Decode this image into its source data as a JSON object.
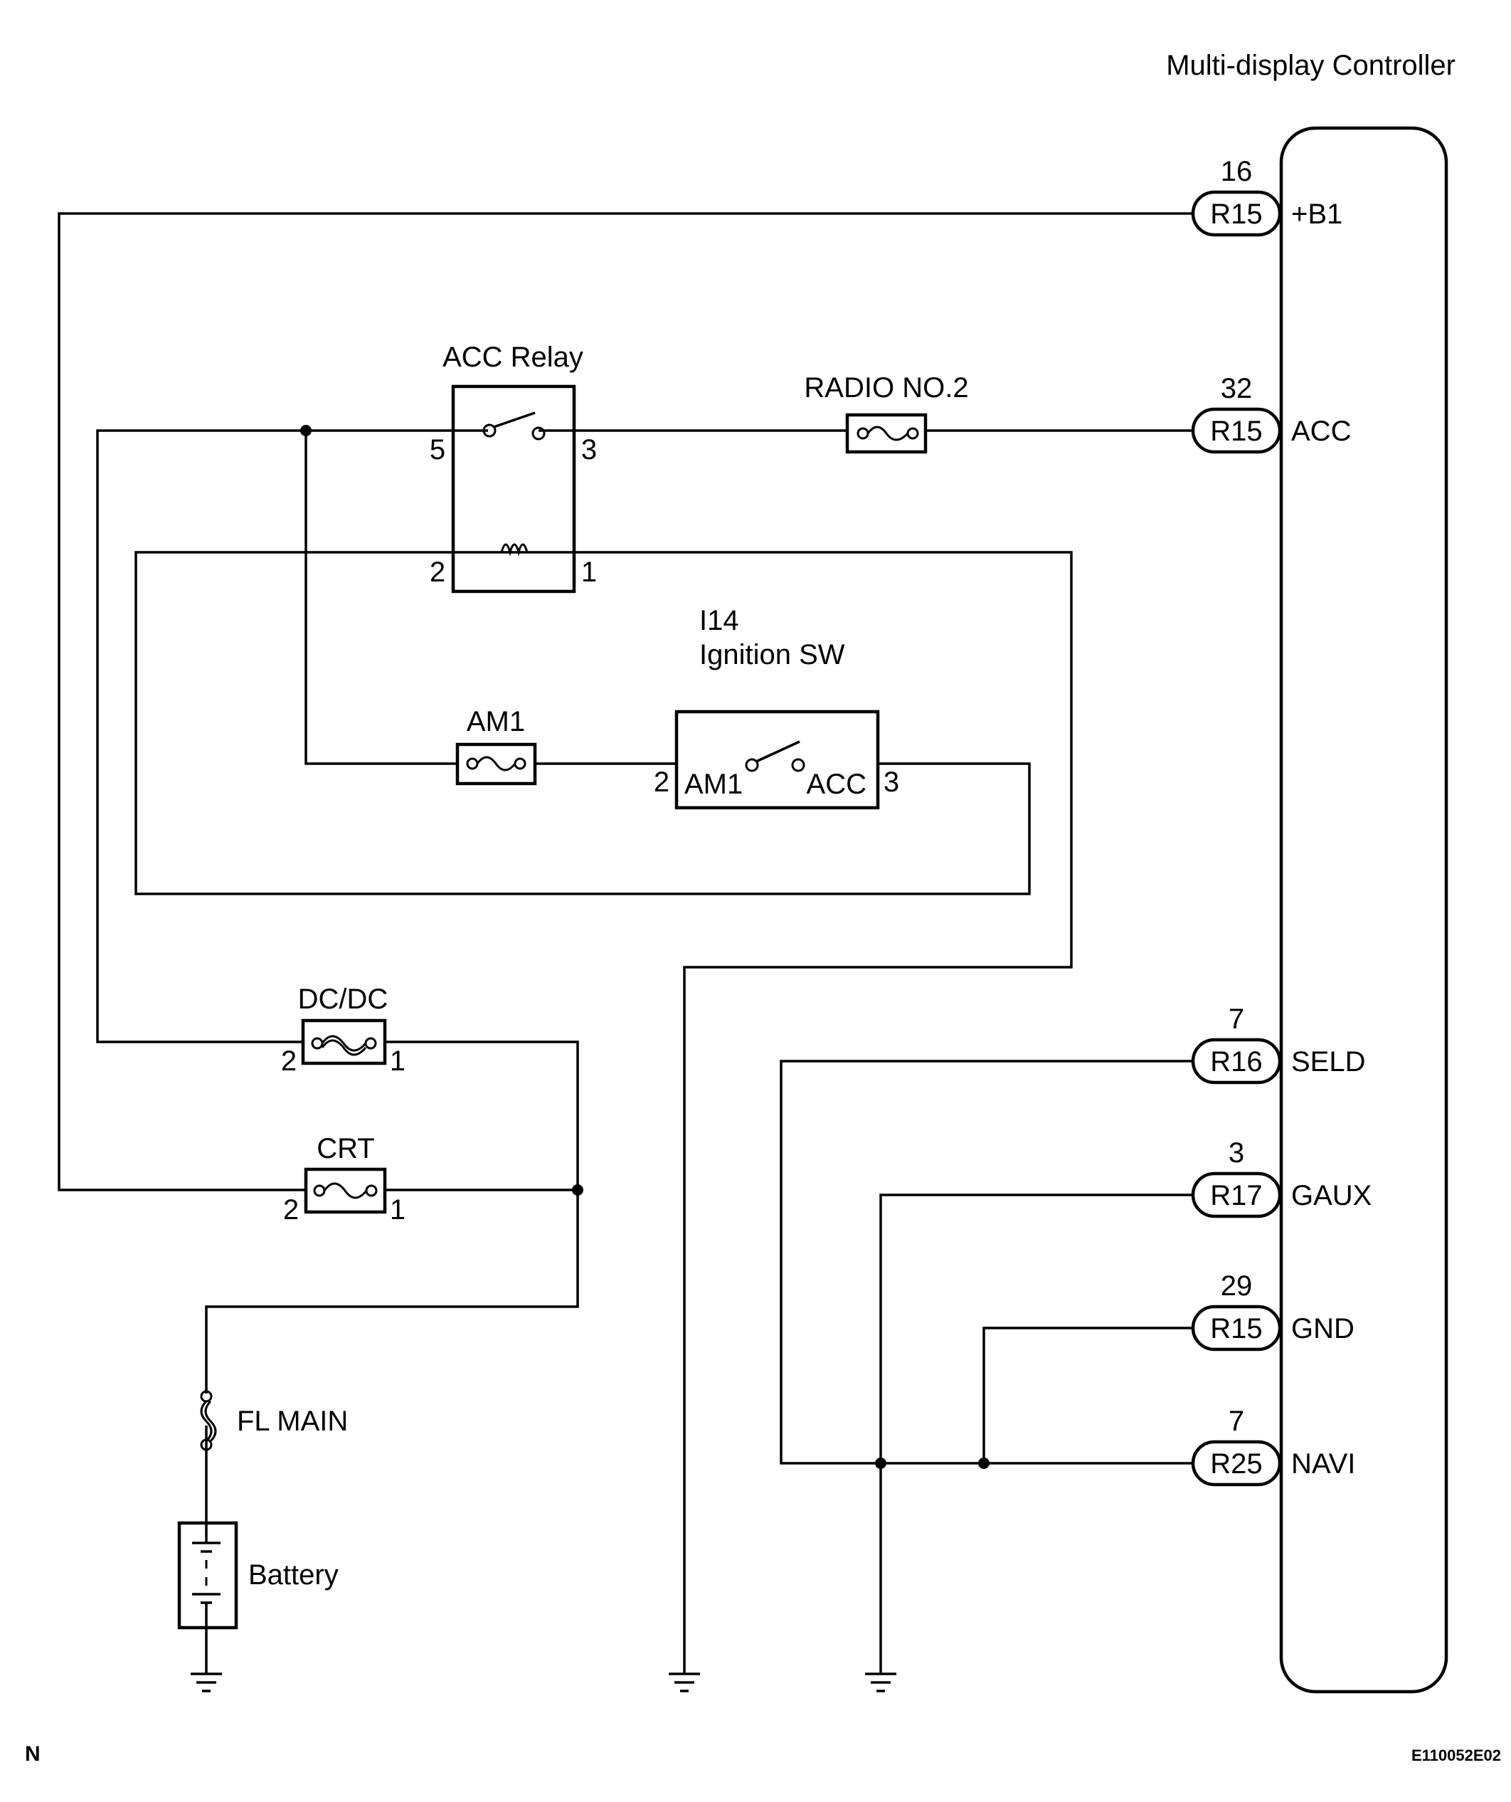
{
  "controller": {
    "title": "Multi-display Controller"
  },
  "pins": [
    {
      "id": "b1",
      "number": "16",
      "connector": "R15",
      "name": "+B1"
    },
    {
      "id": "acc",
      "number": "32",
      "connector": "R15",
      "name": "ACC"
    },
    {
      "id": "seld",
      "number": "7",
      "connector": "R16",
      "name": "SELD"
    },
    {
      "id": "gaux",
      "number": "3",
      "connector": "R17",
      "name": "GAUX"
    },
    {
      "id": "gnd",
      "number": "29",
      "connector": "R15",
      "name": "GND"
    },
    {
      "id": "navi",
      "number": "7",
      "connector": "R25",
      "name": "NAVI"
    }
  ],
  "acc_relay": {
    "label": "ACC Relay",
    "pin5": "5",
    "pin3": "3",
    "pin2": "2",
    "pin1": "1"
  },
  "radio_fuse": {
    "label": "RADIO NO.2"
  },
  "ignition_switch": {
    "code": "I14",
    "label": "Ignition SW",
    "pin_left": "2",
    "pin_right": "3",
    "contact_left": "AM1",
    "contact_right": "ACC"
  },
  "am1_fuse": {
    "label": "AM1"
  },
  "dcdc_fuse": {
    "label": "DC/DC",
    "pin_left": "2",
    "pin_right": "1"
  },
  "crt_fuse": {
    "label": "CRT",
    "pin_left": "2",
    "pin_right": "1"
  },
  "fl_main": {
    "label": "FL MAIN"
  },
  "battery": {
    "label": "Battery"
  },
  "footer": {
    "left_mark": "N",
    "figure_code": "E110052E02"
  }
}
